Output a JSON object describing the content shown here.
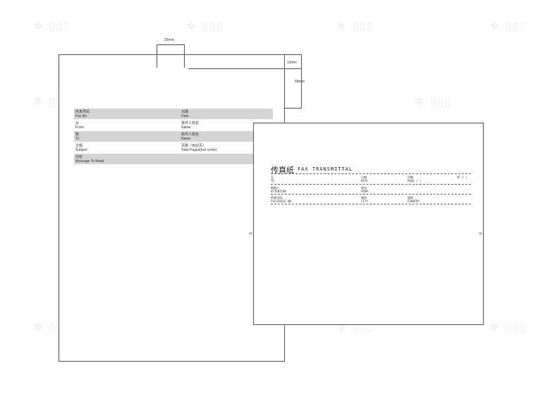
{
  "dimensions": {
    "width_label": "25mm",
    "top_margin_label": "13mm",
    "header_height_label": "58mm"
  },
  "left_form": {
    "rows": [
      {
        "shaded": true,
        "left_zh": "传真号码",
        "left_en": "Fax No",
        "right_zh": "日期",
        "right_en": "Date"
      },
      {
        "shaded": false,
        "left_zh": "从",
        "left_en": "From",
        "right_zh": "发件人姓名",
        "right_en": "Name"
      },
      {
        "shaded": true,
        "left_zh": "致",
        "left_en": "To",
        "right_zh": "收件人姓名",
        "right_en": "Name"
      },
      {
        "shaded": false,
        "left_zh": "主题",
        "left_en": "Subject",
        "right_zh": "页数（含此页）",
        "right_en": "Total Pages(incl.cover)"
      },
      {
        "shaded": true,
        "left_zh": "内容",
        "left_en": "Message To Read",
        "right_zh": "",
        "right_en": ""
      }
    ]
  },
  "right_form": {
    "title_zh": "传真纸",
    "title_en": "FAX TRANSMITTAL",
    "rows": [
      [
        {
          "zh": "至",
          "en": "TO"
        },
        {
          "zh": "日期",
          "en": "DATE"
        },
        {
          "zh": "页数",
          "en": "PAGE (   )"
        },
        {
          "zh": "",
          "en": "OF (   )"
        }
      ],
      [
        {
          "zh": "联络人",
          "en": "ATTENTION"
        },
        {
          "zh": "发自",
          "en": "FROM"
        },
        {
          "zh": "",
          "en": ""
        },
        {
          "zh": "",
          "en": ""
        }
      ],
      [
        {
          "zh": "传真号码",
          "en": "FACSIMILE NO"
        },
        {
          "zh": "城市",
          "en": "CITY"
        },
        {
          "zh": "国家",
          "en": "COUNTRY"
        },
        {
          "zh": "",
          "en": ""
        }
      ]
    ],
    "break_mark": "≈"
  }
}
